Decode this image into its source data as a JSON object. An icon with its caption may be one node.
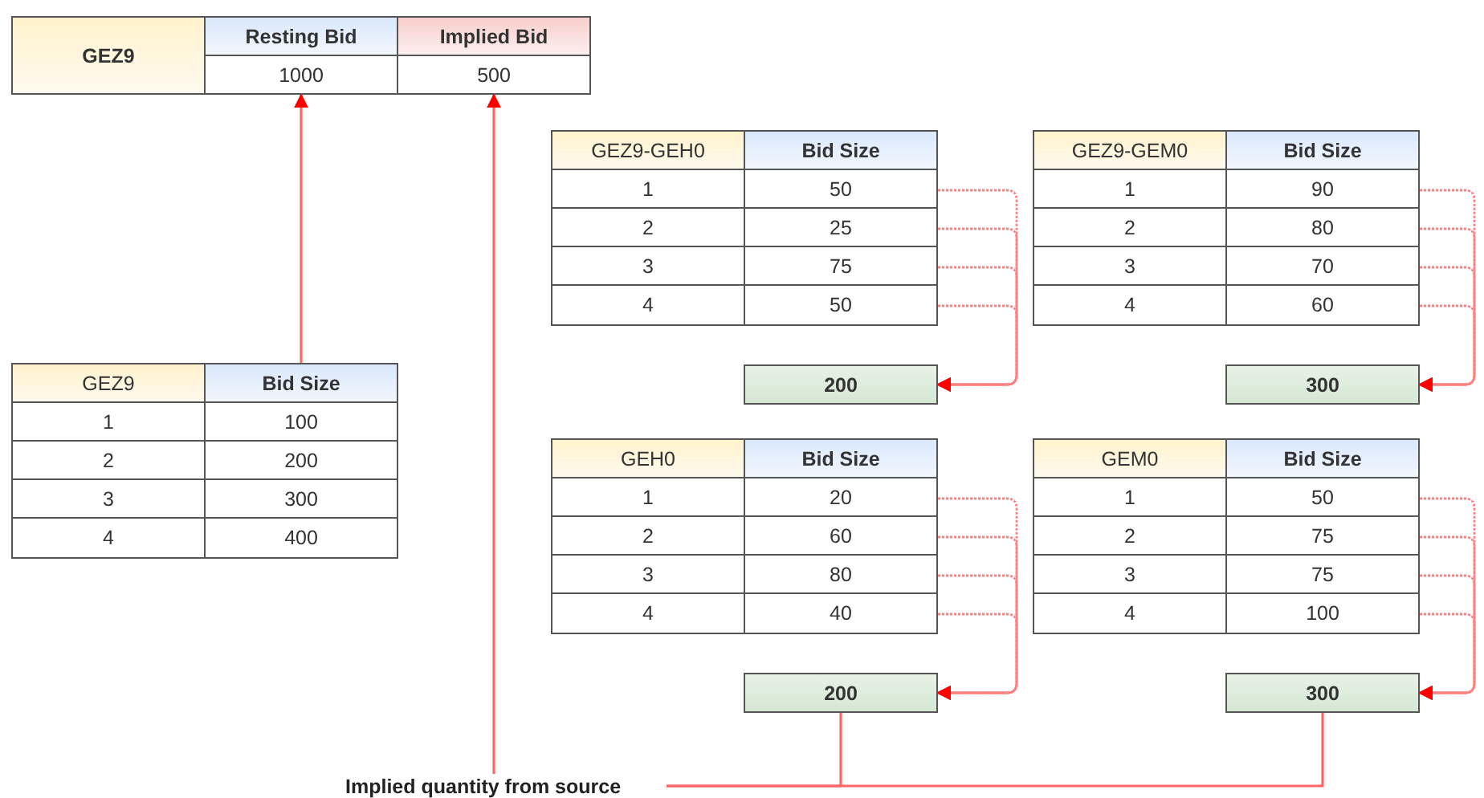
{
  "diagram": {
    "nodes": [
      {
        "text": [
          "GEZ9"
        ]
      },
      {
        "text": [
          "Resting Bid"
        ]
      },
      {
        "text": [
          "Implied Bid"
        ]
      },
      {
        "text": [
          "1000"
        ]
      },
      {
        "text": [
          "500"
        ]
      },
      {
        "text": [
          "GEZ9",
          "Bid Size"
        ]
      },
      {
        "text": [
          "1",
          "100"
        ]
      },
      {
        "text": [
          "2",
          "200"
        ]
      },
      {
        "text": [
          "3",
          "300"
        ]
      },
      {
        "text": [
          "4",
          "400"
        ]
      },
      {
        "text": [
          "GEZ9-GEH0",
          "Bid Size"
        ]
      },
      {
        "text": [
          "1",
          "50"
        ]
      },
      {
        "text": [
          "2",
          "25"
        ]
      },
      {
        "text": [
          "3",
          "75"
        ]
      },
      {
        "text": [
          "4",
          "50"
        ]
      },
      {
        "text": [
          "GEZ9-GEM0",
          "Bid Size"
        ]
      },
      {
        "text": [
          "1",
          "90"
        ]
      },
      {
        "text": [
          "2",
          "80"
        ]
      },
      {
        "text": [
          "3",
          "70"
        ]
      },
      {
        "text": [
          "4",
          "60"
        ]
      },
      {
        "text": [
          "200"
        ]
      },
      {
        "text": [
          "300"
        ]
      },
      {
        "text": [
          "GEH0",
          "Bid Size"
        ]
      },
      {
        "text": [
          "1",
          "20"
        ]
      },
      {
        "text": [
          "2",
          "60"
        ]
      },
      {
        "text": [
          "3",
          "80"
        ]
      },
      {
        "text": [
          "4",
          "40"
        ]
      },
      {
        "text": [
          "GEM0",
          "Bid Size"
        ]
      },
      {
        "text": [
          "1",
          "50"
        ]
      },
      {
        "text": [
          "2",
          "75"
        ]
      },
      {
        "text": [
          "3",
          "75"
        ]
      },
      {
        "text": [
          "4",
          "100"
        ]
      },
      {
        "text": [
          "200"
        ]
      },
      {
        "text": [
          "300"
        ]
      },
      {
        "text": [
          "Implied quantity from source"
        ]
      }
    ],
    "edges": [
      {
        "from": 5,
        "to": 3,
        "arrow": "to"
      },
      {
        "from": 34,
        "to": 4,
        "arrow": "to"
      },
      {
        "from": 11,
        "to": 20,
        "arrow": "to",
        "style": "dashed"
      },
      {
        "from": 12,
        "to": 20,
        "arrow": "to",
        "style": "dashed"
      },
      {
        "from": 13,
        "to": 20,
        "arrow": "to",
        "style": "dashed"
      },
      {
        "from": 14,
        "to": 20,
        "arrow": "to",
        "style": "dashed"
      },
      {
        "from": 16,
        "to": 21,
        "arrow": "to",
        "style": "dashed"
      },
      {
        "from": 17,
        "to": 21,
        "arrow": "to",
        "style": "dashed"
      },
      {
        "from": 18,
        "to": 21,
        "arrow": "to",
        "style": "dashed"
      },
      {
        "from": 19,
        "to": 21,
        "arrow": "to",
        "style": "dashed"
      },
      {
        "from": 23,
        "to": 32,
        "arrow": "to",
        "style": "dashed"
      },
      {
        "from": 24,
        "to": 32,
        "arrow": "to",
        "style": "dashed"
      },
      {
        "from": 25,
        "to": 32,
        "arrow": "to",
        "style": "dashed"
      },
      {
        "from": 26,
        "to": 32,
        "arrow": "to",
        "style": "dashed"
      },
      {
        "from": 28,
        "to": 33,
        "arrow": "to",
        "style": "dashed"
      },
      {
        "from": 29,
        "to": 33,
        "arrow": "to",
        "style": "dashed"
      },
      {
        "from": 30,
        "to": 33,
        "arrow": "to",
        "style": "dashed"
      },
      {
        "from": 31,
        "to": 33,
        "arrow": "to",
        "style": "dashed"
      },
      {
        "from": 32,
        "to": 34,
        "arrow": "none"
      },
      {
        "from": 33,
        "to": 34,
        "arrow": "none"
      }
    ]
  }
}
